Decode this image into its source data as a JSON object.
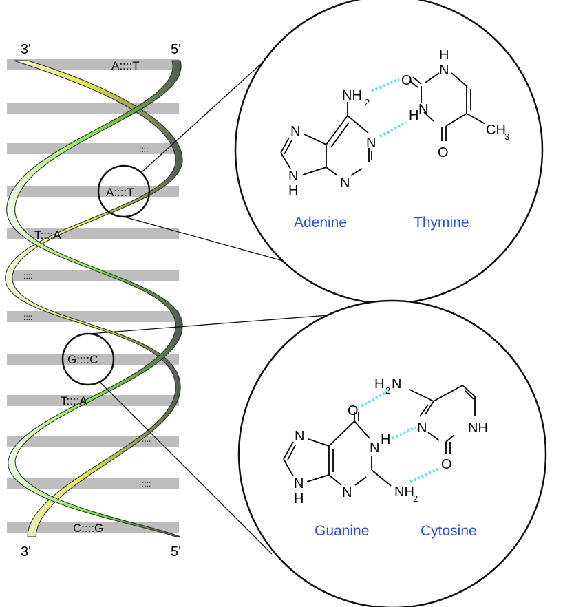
{
  "strand_ends": {
    "top_left": "3'",
    "top_right": "5'",
    "bottom_left": "3'",
    "bottom_right": "5'"
  },
  "base_pairs": [
    {
      "label": "A::::T"
    },
    {
      "label": "::::"
    },
    {
      "label": "::::"
    },
    {
      "label": "A::::T"
    },
    {
      "label": "T::::A"
    },
    {
      "label": "::::"
    },
    {
      "label": "::::"
    },
    {
      "label": "G::::C"
    },
    {
      "label": "T::::A"
    },
    {
      "label": "::::"
    },
    {
      "label": "::::"
    },
    {
      "label": "C::::G"
    }
  ],
  "at_inset": {
    "adenine": {
      "nh2": "NH",
      "nh2_sub": "2",
      "n7": "N",
      "n1": "N",
      "n3": "N",
      "n9": "N",
      "n9h": "H",
      "name": "Adenine"
    },
    "thymine": {
      "o2": "O",
      "n3h": "H",
      "n3": "N",
      "n1": "N",
      "n1h": "H",
      "o4": "O",
      "ch3": "CH",
      "ch3_sub": "3",
      "name": "Thymine"
    }
  },
  "gc_inset": {
    "guanine": {
      "o6": "O",
      "n7": "N",
      "n1": "N",
      "n1h": "H",
      "n3": "N",
      "n9": "N",
      "n9h": "H",
      "nh2": "NH",
      "nh2_sub": "2",
      "name": "Guanine"
    },
    "cytosine": {
      "nh2_h": "H",
      "nh2_sub": "2",
      "nh2_n": "N",
      "n3": "N",
      "n1": "NH",
      "o2": "O",
      "name": "Cytosine"
    }
  },
  "colors": {
    "strand_a_light": "#f3f6dc",
    "strand_a_mid": "#e3ea4f",
    "strand_a_dark": "#4f5a55",
    "strand_b_light": "#f2fbe6",
    "strand_b_mid": "#7ee63c",
    "strand_b_dark": "#4f5a55",
    "rung": "#bdbdbd",
    "hbond": "#5de2ee",
    "label": "#2a4fd6"
  }
}
